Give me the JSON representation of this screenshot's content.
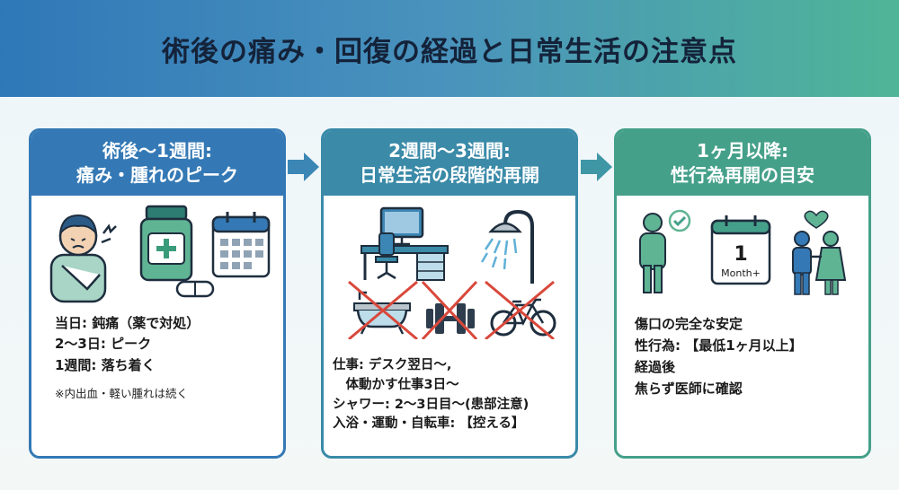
{
  "title": "術後の痛み・回復の経過と日常生活の注意点",
  "stages": [
    {
      "head": [
        "術後〜1週間:",
        "痛み・腫れのピーク"
      ],
      "lines": [
        "当日: 鈍痛（薬で対処）",
        "2〜3日: ピーク",
        "1週間: 落ち着く"
      ],
      "note": "※内出血・軽い腫れは続く"
    },
    {
      "head": [
        "2週間〜3週間:",
        "日常生活の段階的再開"
      ],
      "lines": [
        "仕事: デスク翌日〜,",
        "　体動かす仕事3日〜",
        "シャワー: 2〜3日目〜(患部注意)",
        "入浴・運動・自転車: 【控える】"
      ]
    },
    {
      "head": [
        "1ヶ月以降:",
        "性行為再開の目安"
      ],
      "lines": [
        "傷口の完全な安定",
        "性行為: 【最低1ヶ月以上】",
        "経過後",
        "焦らず医師に確認"
      ],
      "calendar_number": "1",
      "calendar_label": "Month+"
    }
  ],
  "colors": {
    "stage1": "#3479b5",
    "stage2": "#3a8aa8",
    "stage3": "#45a08a",
    "cross": "#d9483b"
  }
}
